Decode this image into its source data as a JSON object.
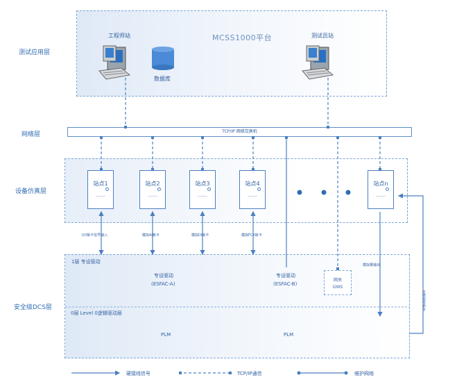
{
  "layers": {
    "app": "测试应用层",
    "network": "网络层",
    "device": "设备仿真层",
    "dcs": "安全级DCS层"
  },
  "platform": {
    "title": "MCSS1000平台",
    "engineer": "工程师站",
    "database": "数据库",
    "tester": "测试员站"
  },
  "network_bar": "TCP/IP  网络交换机",
  "stations": [
    "站点1",
    "站点2",
    "站点3",
    "站点4",
    "站点n"
  ],
  "station_signals": [
    "I/O板卡信号输入",
    "模拟AI板卡",
    "模拟DI板卡",
    "模拟FCX板卡"
  ],
  "dcs": {
    "level1": "1层 专设驱动",
    "driver_a": "专设驱动",
    "driver_a_sub": "(ESFAC-A)",
    "driver_b": "专设驱动",
    "driver_b_sub": "(ESFAC-B)",
    "gateway": "网关",
    "gateway_sub": "GWS",
    "level0": "0层 Level 0逻辑驱动层",
    "plm1": "PLM",
    "plm2": "PLM",
    "output_signal": "模拟量输出",
    "feedback": "反馈信号命令"
  },
  "legend": {
    "hardwire": "硬接线信号",
    "tcpip": "TCP/IP通信",
    "maintenance": "维护网络"
  },
  "colors": {
    "line": "#4a7fc0",
    "text": "#2f6cb3"
  }
}
